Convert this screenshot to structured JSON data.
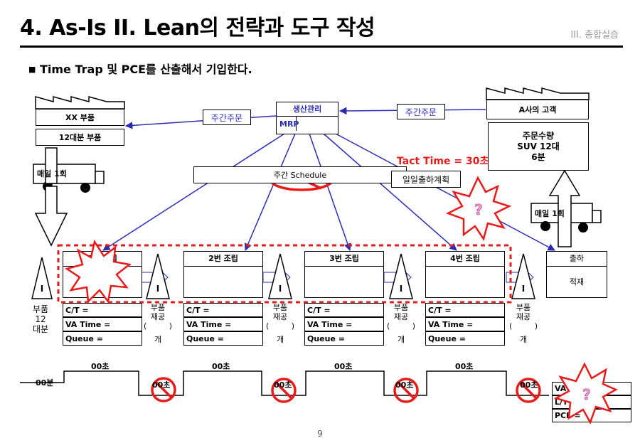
{
  "header": {
    "title": "4. As-Is II. Lean의 전략과 도구 작성",
    "section": "III. 종합실습",
    "bullet": "Time Trap 및 PCE를 산출해서 기입한다."
  },
  "supplier": {
    "name": "XX 부품",
    "parts": "12대분 부품",
    "delivery": "매일 1회"
  },
  "customer": {
    "name": "A사의 고객",
    "demand_line1": "주문수량",
    "demand_line2": "SUV 12대",
    "demand_line3": "6분",
    "shipping": "매일 1회"
  },
  "control": {
    "name": "생산관리",
    "system": "MRP",
    "weekly_order_left": "주간주문",
    "weekly_order_right": "주간주문",
    "schedule": "주간 Schedule",
    "daily_ship": "일일출하계획"
  },
  "tact_time": "Tact Time = 30초",
  "processes": [
    {
      "name": "1번 조립"
    },
    {
      "name": "2번 조립"
    },
    {
      "name": "3번 조립"
    },
    {
      "name": "4번 조립"
    }
  ],
  "shipping_box": {
    "name": "출하",
    "stock": "적재"
  },
  "inventory": {
    "symbol": "I",
    "first_label": [
      "부품",
      "12",
      "대분"
    ],
    "between_label": [
      "부품",
      "재공"
    ],
    "paren_open": "(",
    "paren_close": ")",
    "unit": "개"
  },
  "data_box_labels": {
    "ct": "C/T =",
    "va": "VA Time =",
    "queue": "Queue ="
  },
  "timeline": {
    "first_wait": "00분",
    "process_time": "00초",
    "wait_time": "00초"
  },
  "summary": {
    "va": "VA Time =",
    "lt": "L/T =",
    "pce": "PCE ="
  },
  "question_mark": "?",
  "page_number": "9",
  "colors": {
    "accent_red": "#e81b1b",
    "arrow_blue": "#2b2bb8",
    "burst_fill": "#ffffff"
  }
}
